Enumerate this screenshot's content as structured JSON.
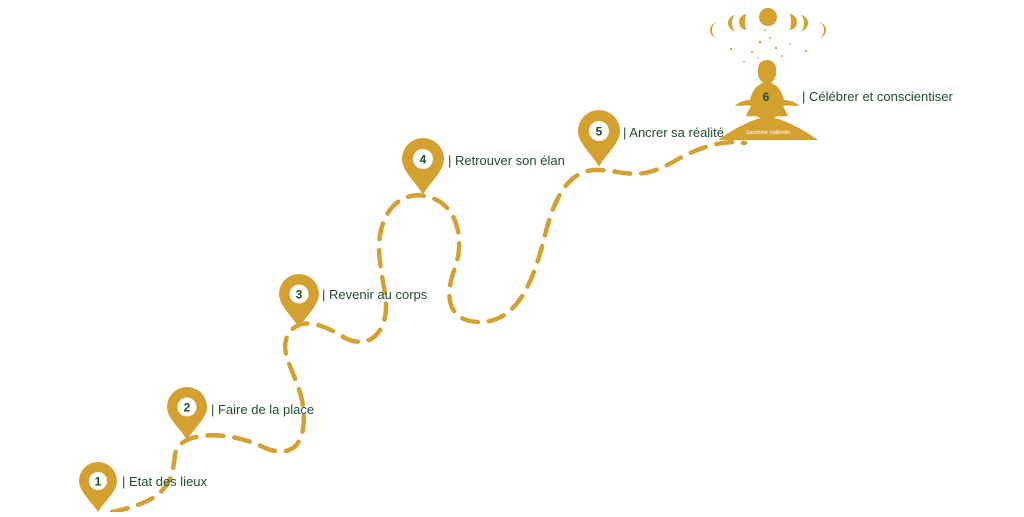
{
  "colors": {
    "path": "#D4A030",
    "marker": "#D4A030",
    "marker_inner": "#ffffff",
    "label": "#1F4D2C",
    "number": "#1F4D2C"
  },
  "steps": [
    {
      "number": "1",
      "label": "| Etat des lieux"
    },
    {
      "number": "2",
      "label": "| Faire de la place"
    },
    {
      "number": "3",
      "label": "| Revenir au corps"
    },
    {
      "number": "4",
      "label": "| Retrouver son élan"
    },
    {
      "number": "5",
      "label": "| Ancrer sa réalité"
    },
    {
      "number": "6",
      "label": "| Célébrer et conscientiser"
    }
  ],
  "final_illustration": {
    "icon": "meditating-woman-lotus-moon-phases-icon",
    "signature_text": "Sandrine Vallentin"
  }
}
